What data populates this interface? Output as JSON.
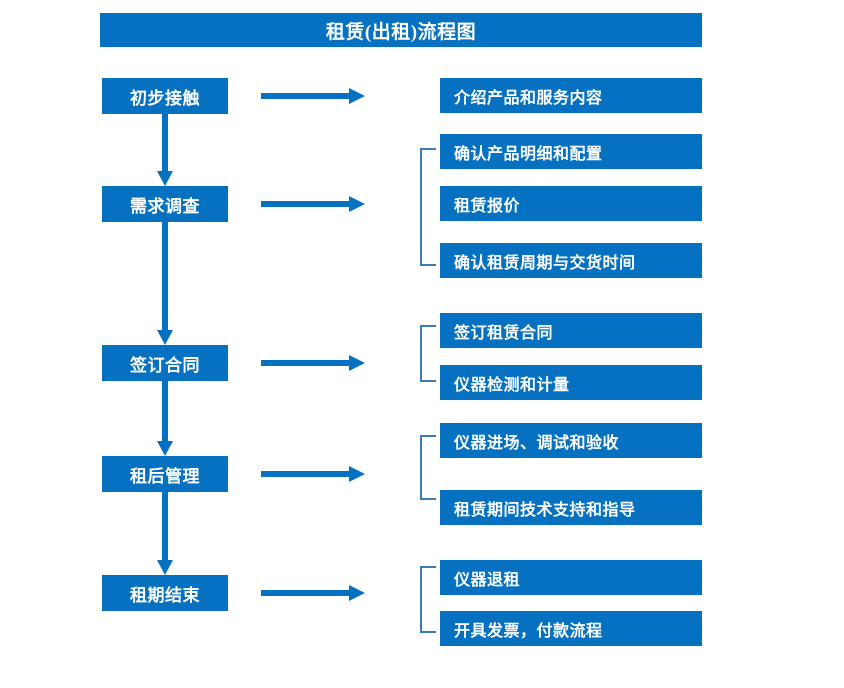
{
  "title": "租赁(出租)流程图",
  "colors": {
    "box_fill": "#0571C0",
    "box_text": "#FFFFFF",
    "arrow": "#0571C0",
    "bracket": "#3E7CB8",
    "background": "#FFFFFF"
  },
  "stages": [
    {
      "label": "初步接触"
    },
    {
      "label": "需求调查"
    },
    {
      "label": "签订合同"
    },
    {
      "label": "租后管理"
    },
    {
      "label": "租期结束"
    }
  ],
  "details": [
    {
      "label": "介绍产品和服务内容"
    },
    {
      "label": "确认产品明细和配置"
    },
    {
      "label": "租赁报价"
    },
    {
      "label": "确认租赁周期与交货时间"
    },
    {
      "label": "签订租赁合同"
    },
    {
      "label": "仪器检测和计量"
    },
    {
      "label": "仪器进场、调试和验收"
    },
    {
      "label": "租赁期间技术支持和指导"
    },
    {
      "label": "仪器退租"
    },
    {
      "label": "开具发票，付款流程"
    }
  ],
  "icons": {
    "flow_arrow_right": "right-arrow-icon",
    "flow_arrow_down": "down-arrow-icon",
    "group_bracket": "bracket-icon"
  }
}
